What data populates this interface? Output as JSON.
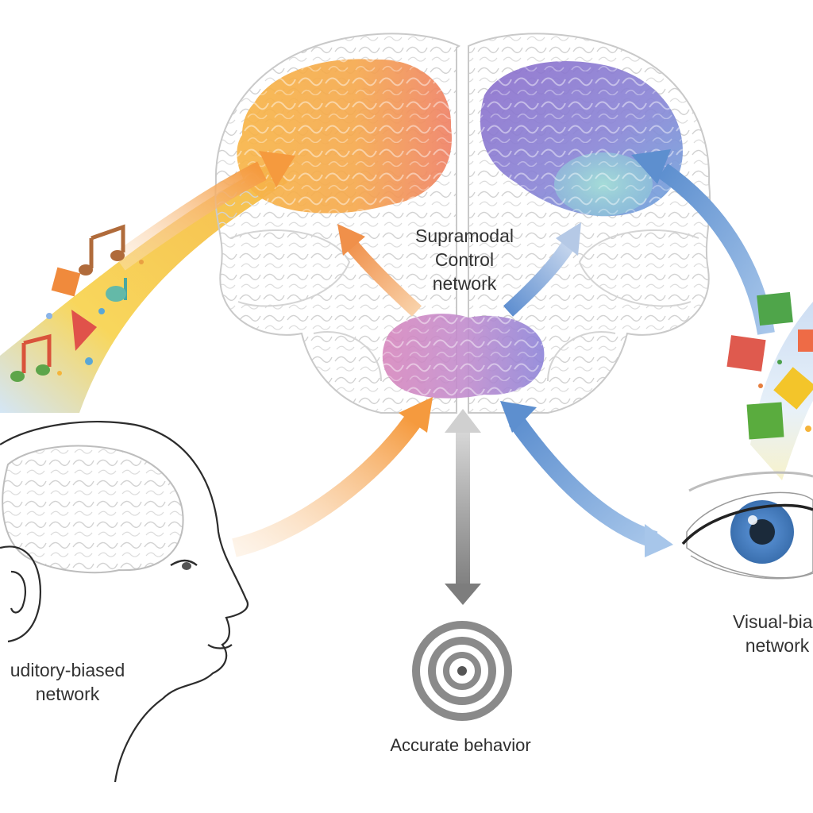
{
  "labels": {
    "supramodal": [
      "Supramodal",
      "Control",
      "network"
    ],
    "auditory": [
      "uditory-biased",
      "network"
    ],
    "visual": [
      "Visual-bias",
      "network"
    ],
    "behavior": "Accurate behavior"
  },
  "colors": {
    "auditory_orange": "#f5a04a",
    "auditory_yellow": "#f6cb3c",
    "visual_blue": "#5f95d2",
    "visual_purple": "#8f74cc",
    "visual_teal": "#8ed0d0",
    "hub_pink": "#cf84c2",
    "hub_purple": "#9582d4",
    "behavior_gray": "#8a8a8a",
    "eye_iris": "#4e85c9",
    "brain_outline": "#c9c9c9"
  },
  "icons": [
    "music-note-icon",
    "play-triangle-icon",
    "diamond-shape-icon",
    "square-shape-icon",
    "target-icon",
    "eye-icon",
    "ear-icon",
    "brain-icon",
    "head-profile-icon"
  ]
}
